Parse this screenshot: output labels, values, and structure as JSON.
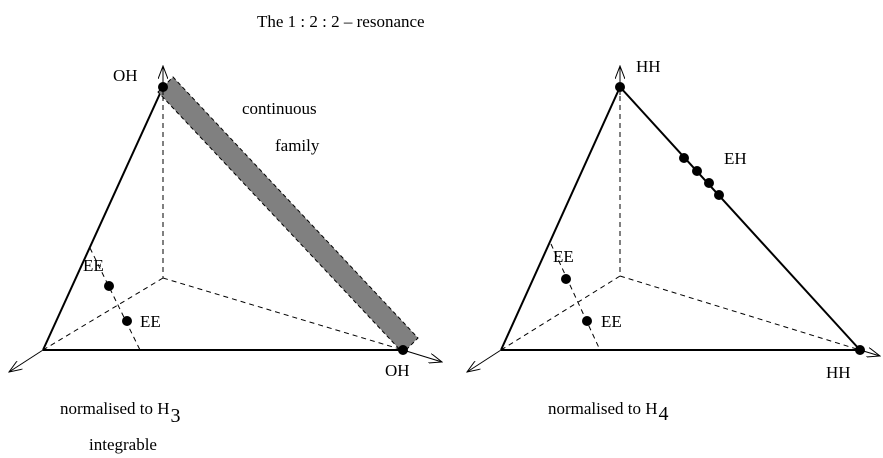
{
  "title": "The 1 : 2 : 2 – resonance",
  "left_panel": {
    "vertex_top": "OH",
    "vertex_right": "OH",
    "family_line1": "continuous",
    "family_line2": "family",
    "ee_upper": "EE",
    "ee_lower": "EE",
    "caption_main": "normalised to H",
    "caption_sub": "3",
    "caption_line2": "integrable"
  },
  "right_panel": {
    "vertex_top": "HH",
    "vertex_right": "HH",
    "edge_label": "EH",
    "ee_upper": "EE",
    "ee_lower": "EE",
    "caption_main": "normalised to H",
    "caption_sub": "4"
  },
  "colors": {
    "line": "#000000",
    "family_band": "#808080"
  }
}
